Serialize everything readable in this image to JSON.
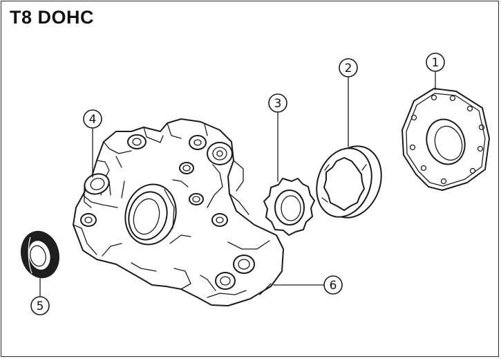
{
  "title": "T8 DOHC",
  "callouts": [
    "1",
    "2",
    "3",
    "4",
    "5",
    "6"
  ]
}
